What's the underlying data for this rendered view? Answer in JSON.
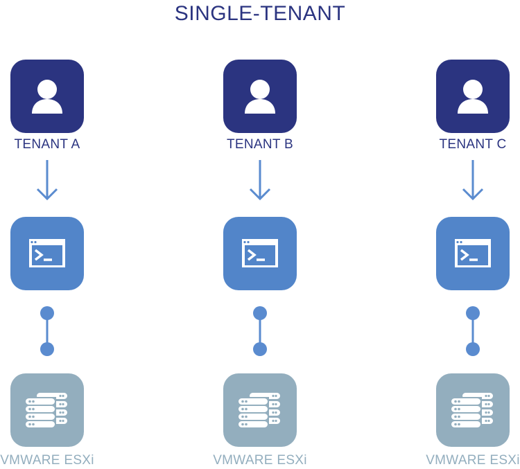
{
  "title": "SINGLE-TENANT",
  "colors": {
    "title": "#2b3480",
    "tenant_tile": "#2b3480",
    "tenant_label": "#2b3480",
    "console_tile": "#5285c9",
    "connector": "#5a8bcf",
    "server_tile": "#93aebe",
    "server_label": "#93aebe",
    "icon": "#ffffff"
  },
  "columns": [
    {
      "tenant_label": "TENANT A",
      "tenant_icon": "user-icon",
      "console_icon": "terminal-window-icon",
      "server_icon": "server-stack-icon",
      "server_label": "VMWARE ESXi"
    },
    {
      "tenant_label": "TENANT B",
      "tenant_icon": "user-icon",
      "console_icon": "terminal-window-icon",
      "server_icon": "server-stack-icon",
      "server_label": "VMWARE ESXi"
    },
    {
      "tenant_label": "TENANT C",
      "tenant_icon": "user-icon",
      "console_icon": "terminal-window-icon",
      "server_icon": "server-stack-icon",
      "server_label": "VMWARE ESXi"
    }
  ]
}
